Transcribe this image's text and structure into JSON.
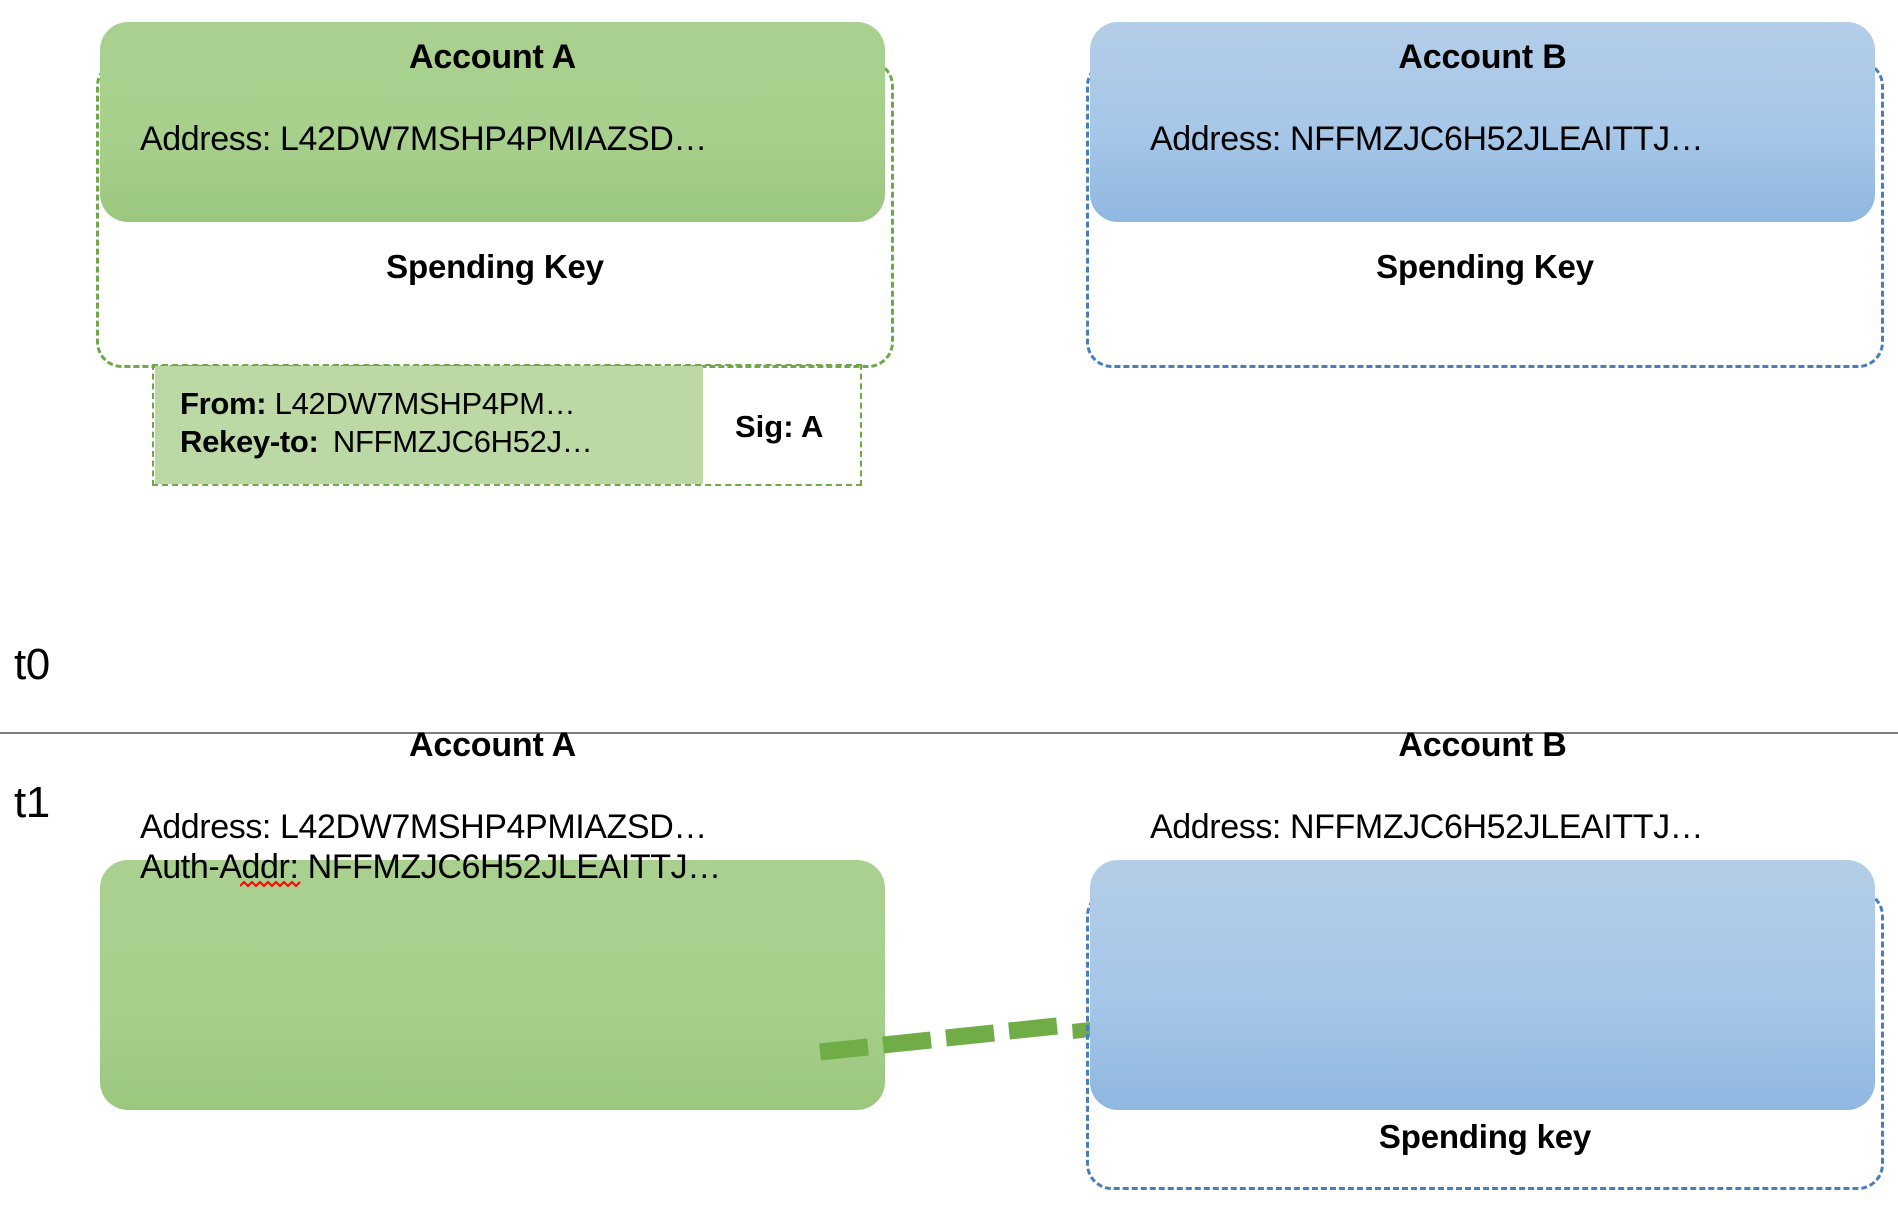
{
  "diagram": {
    "title": "Algorand account rekeying before and after",
    "colors": {
      "account_a_fill": "#a8d08d",
      "account_a_border": "#6fa74a",
      "account_b_fill": "#a6c7e8",
      "account_b_border": "#4a7ebb",
      "transaction_fill": "#bcd9a5",
      "arrow": "#70ad47",
      "divider": "#7f7f7f",
      "spellcheck_underline": "#ff0000"
    },
    "timeline": {
      "t0_label": "t0",
      "t1_label": "t1"
    },
    "t0": {
      "account_a": {
        "title": "Account A",
        "address_line": "Address: L42DW7MSHP4PMIAZSD…",
        "spending_key_label": "Spending Key"
      },
      "account_b": {
        "title": "Account B",
        "address_line": "Address: NFFMZJC6H52JLEAITTJ…",
        "spending_key_label": "Spending Key"
      },
      "transaction": {
        "from_label": "From:",
        "from_value": "L42DW7MSHP4PM…",
        "rekey_label": "Rekey-to:",
        "rekey_value": "NFFMZJC6H52J…",
        "signature_label": "Sig: A"
      }
    },
    "t1": {
      "account_a": {
        "title": "Account A",
        "address_line": "Address: L42DW7MSHP4PMIAZSD…",
        "auth_addr_line": "Auth-Addr: NFFMZJC6H52JLEAITTJ…"
      },
      "account_b": {
        "title": "Account B",
        "address_line": "Address: NFFMZJC6H52JLEAITTJ…",
        "spending_key_label": "Spending key"
      },
      "arrow": {
        "name": "rekey-arrow",
        "style": "dashed-arrow-right"
      }
    }
  }
}
